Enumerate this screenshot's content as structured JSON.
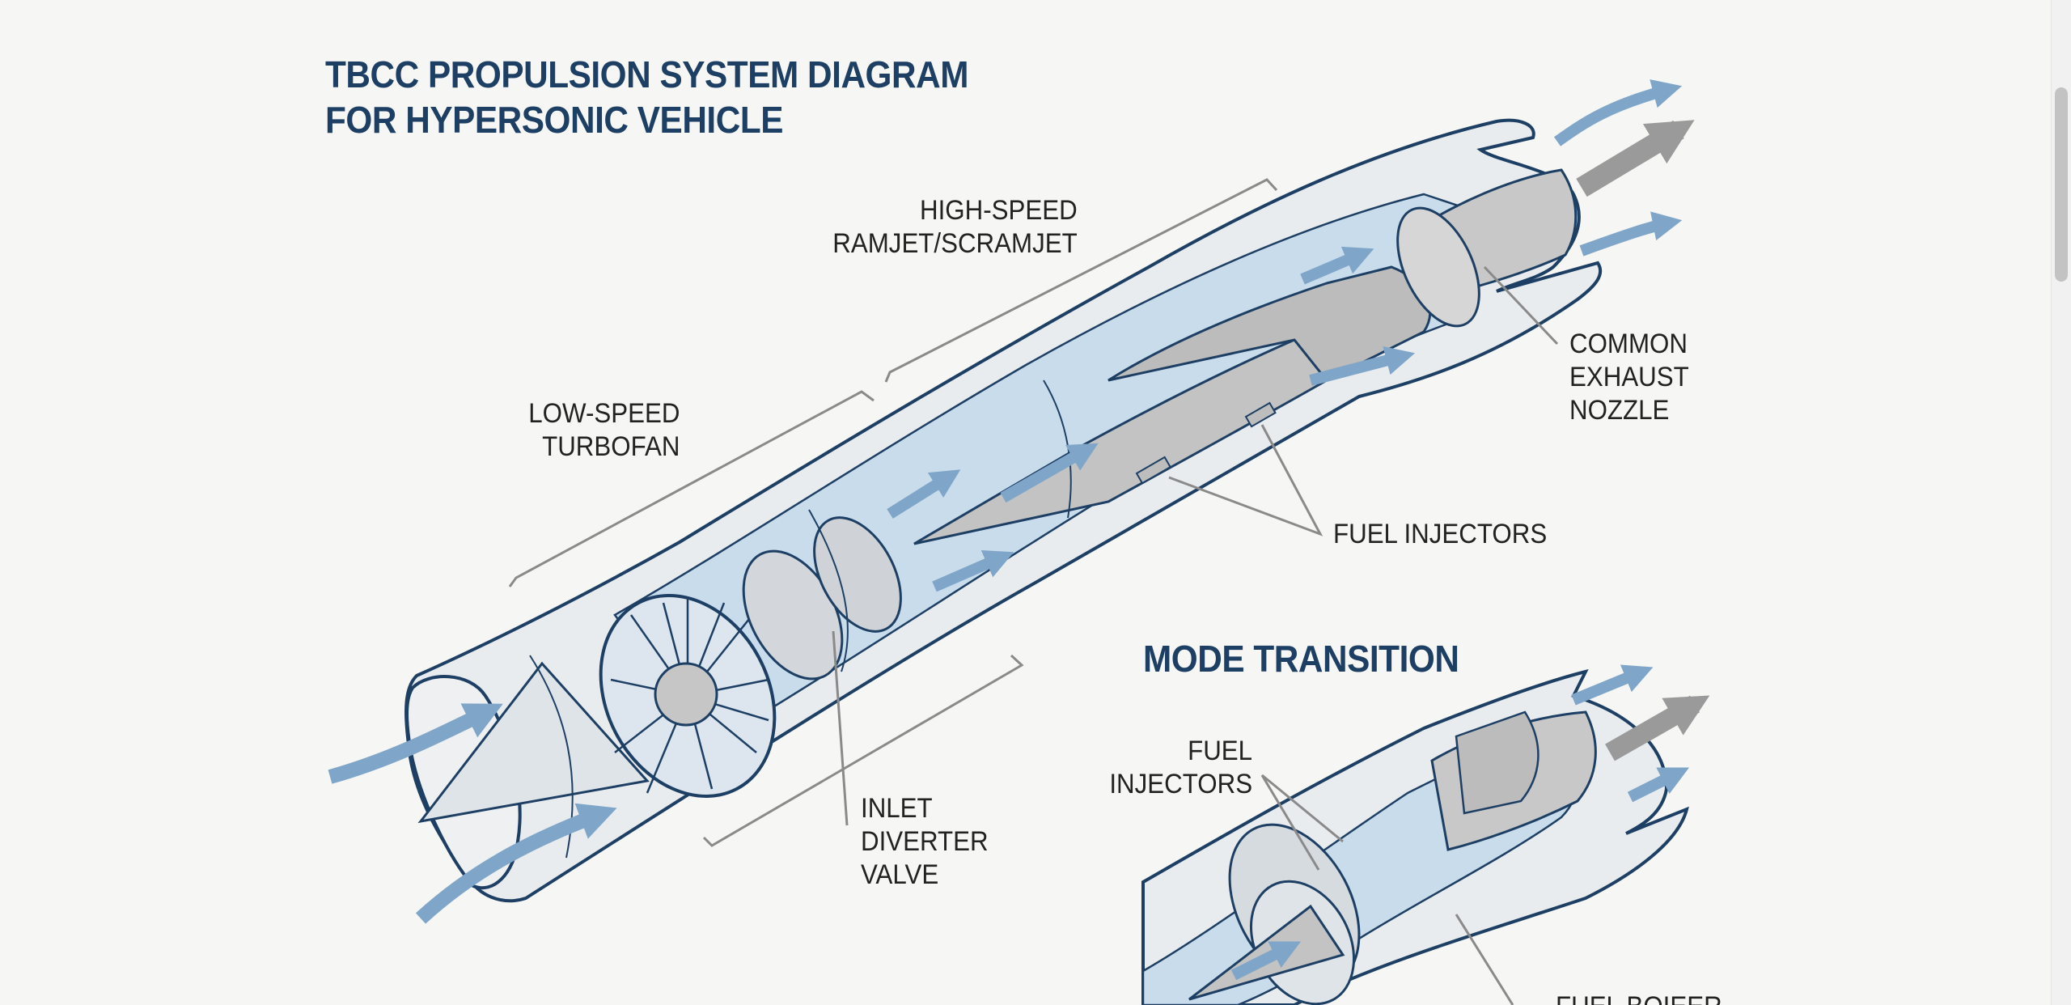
{
  "diagram": {
    "title_lines": [
      "TBCC PROPULSION SYSTEM DIAGRAM",
      "FOR HYPERSONIC VEHICLE"
    ],
    "subtitle": "MODE TRANSITION",
    "labels": {
      "high_speed": [
        "HIGH-SPEED",
        "RAMJET/SCRAMJET"
      ],
      "low_speed": [
        "LOW-SPEED",
        "TURBOFAN"
      ],
      "common_exhaust": [
        "COMMON",
        "EXHAUST",
        "NOZZLE"
      ],
      "fuel_injectors_main": [
        "FUEL INJECTORS"
      ],
      "inlet_diverter": [
        "INLET",
        "DIVERTER",
        "VALVE"
      ],
      "fuel_injectors_small": [
        "FUEL",
        "INJECTORS"
      ],
      "fuel_bottom": [
        "FUEL BOIEER"
      ]
    }
  },
  "colors": {
    "outline": "#1e3f64",
    "shell_fill": "#e9ecef",
    "interior_blue": "#c9dcec",
    "core_grey": "#c3c3c3",
    "flow_arrow": "#7fa6c9",
    "exhaust_arrow": "#9a9a9a",
    "leader_line": "#8a8a8a",
    "title_text": "#1e3f64",
    "label_text": "#222222"
  }
}
